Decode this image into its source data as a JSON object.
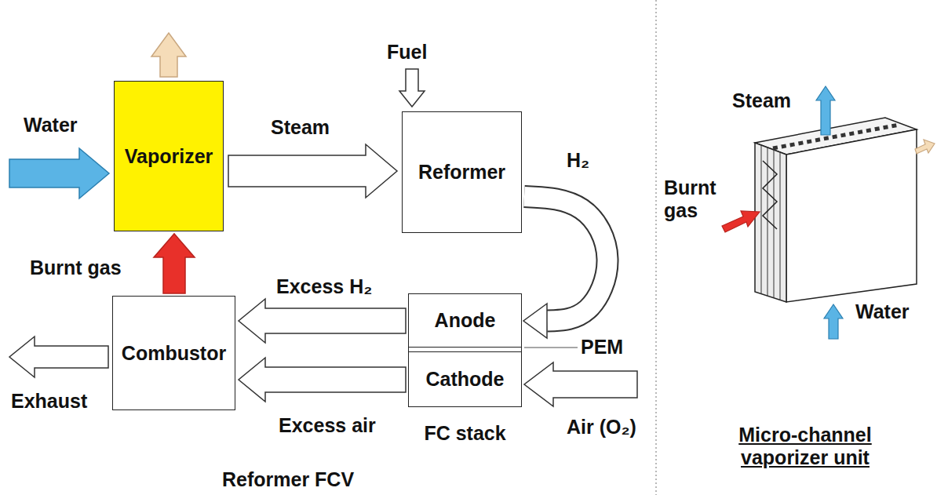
{
  "diagram": {
    "nodes": [
      {
        "text": [
          "Vaporizer"
        ]
      },
      {
        "text": [
          "Reformer"
        ]
      },
      {
        "text": [
          "FC stack"
        ]
      },
      {
        "text": [
          "Anode"
        ],
        "in": 2
      },
      {
        "text": [
          "Cathode"
        ],
        "in": 2
      },
      {
        "text": [
          "Combustor"
        ]
      }
    ],
    "edges": [
      {
        "from": 0,
        "to": 1,
        "label": "Steam",
        "arrow": "to"
      },
      {
        "from": 1,
        "to": 3,
        "label": "H₂",
        "arrow": "to"
      },
      {
        "from": 3,
        "to": 5,
        "label": "Excess H₂",
        "arrow": "to"
      },
      {
        "from": 4,
        "to": 5,
        "label": "Excess air",
        "arrow": "to"
      },
      {
        "from": 5,
        "to": 0,
        "label": "Burnt gas",
        "arrow": "to"
      }
    ],
    "labels": [
      "Water",
      "Fuel",
      "PEM",
      "Air (O₂)",
      "Exhaust",
      "Reformer FCV",
      "Steam",
      "Burnt gas",
      "Water",
      "Micro-channel vaporizer unit"
    ]
  }
}
